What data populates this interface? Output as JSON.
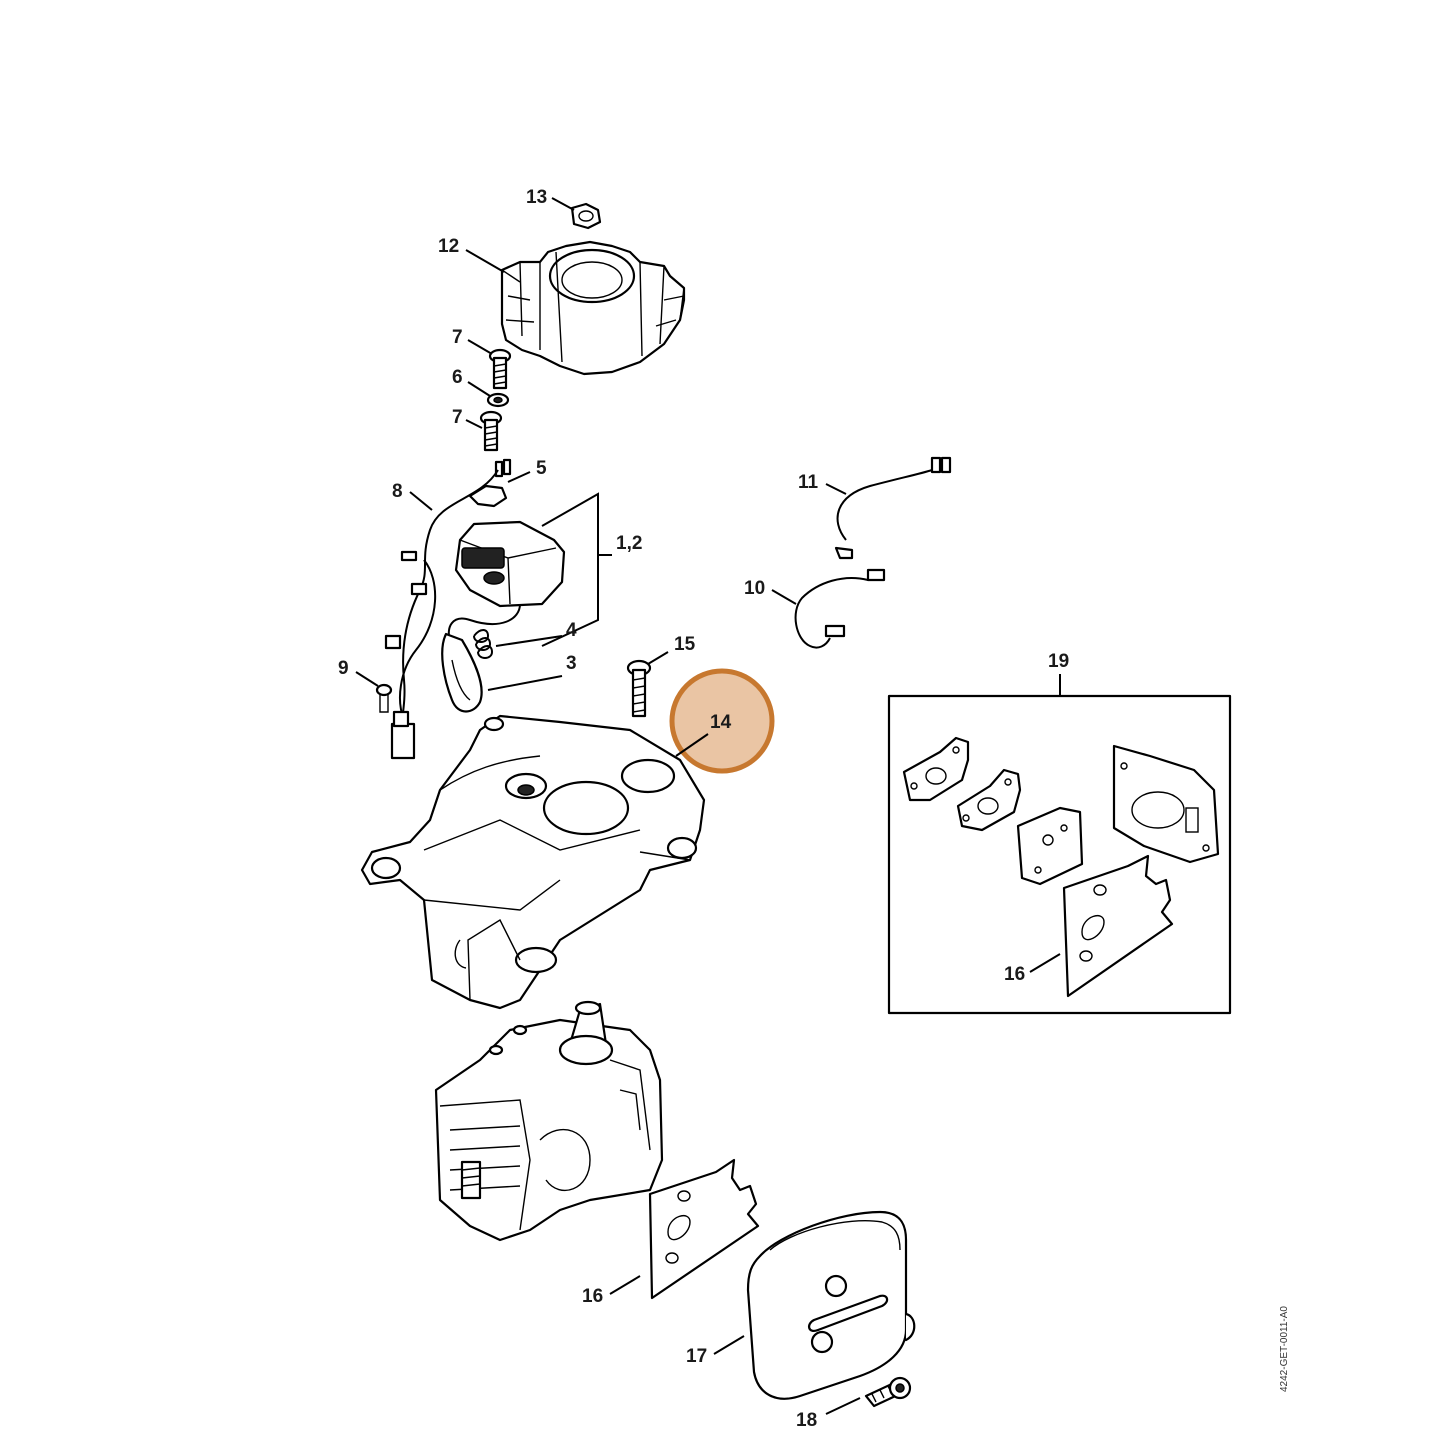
{
  "labels": {
    "p13": "13",
    "p12": "12",
    "p7a": "7",
    "p6": "6",
    "p7b": "7",
    "p5": "5",
    "p8": "8",
    "p1_2": "1,2",
    "p4": "4",
    "p3": "3",
    "p9": "9",
    "p11": "11",
    "p10": "10",
    "p15": "15",
    "p14": "14",
    "p19": "19",
    "p16_kit": "16",
    "p16": "16",
    "p17": "17",
    "p18": "18"
  },
  "drawing_code": "4242-GET-0011-A0",
  "highlight": {
    "part": "14",
    "color": "#d9955a"
  }
}
